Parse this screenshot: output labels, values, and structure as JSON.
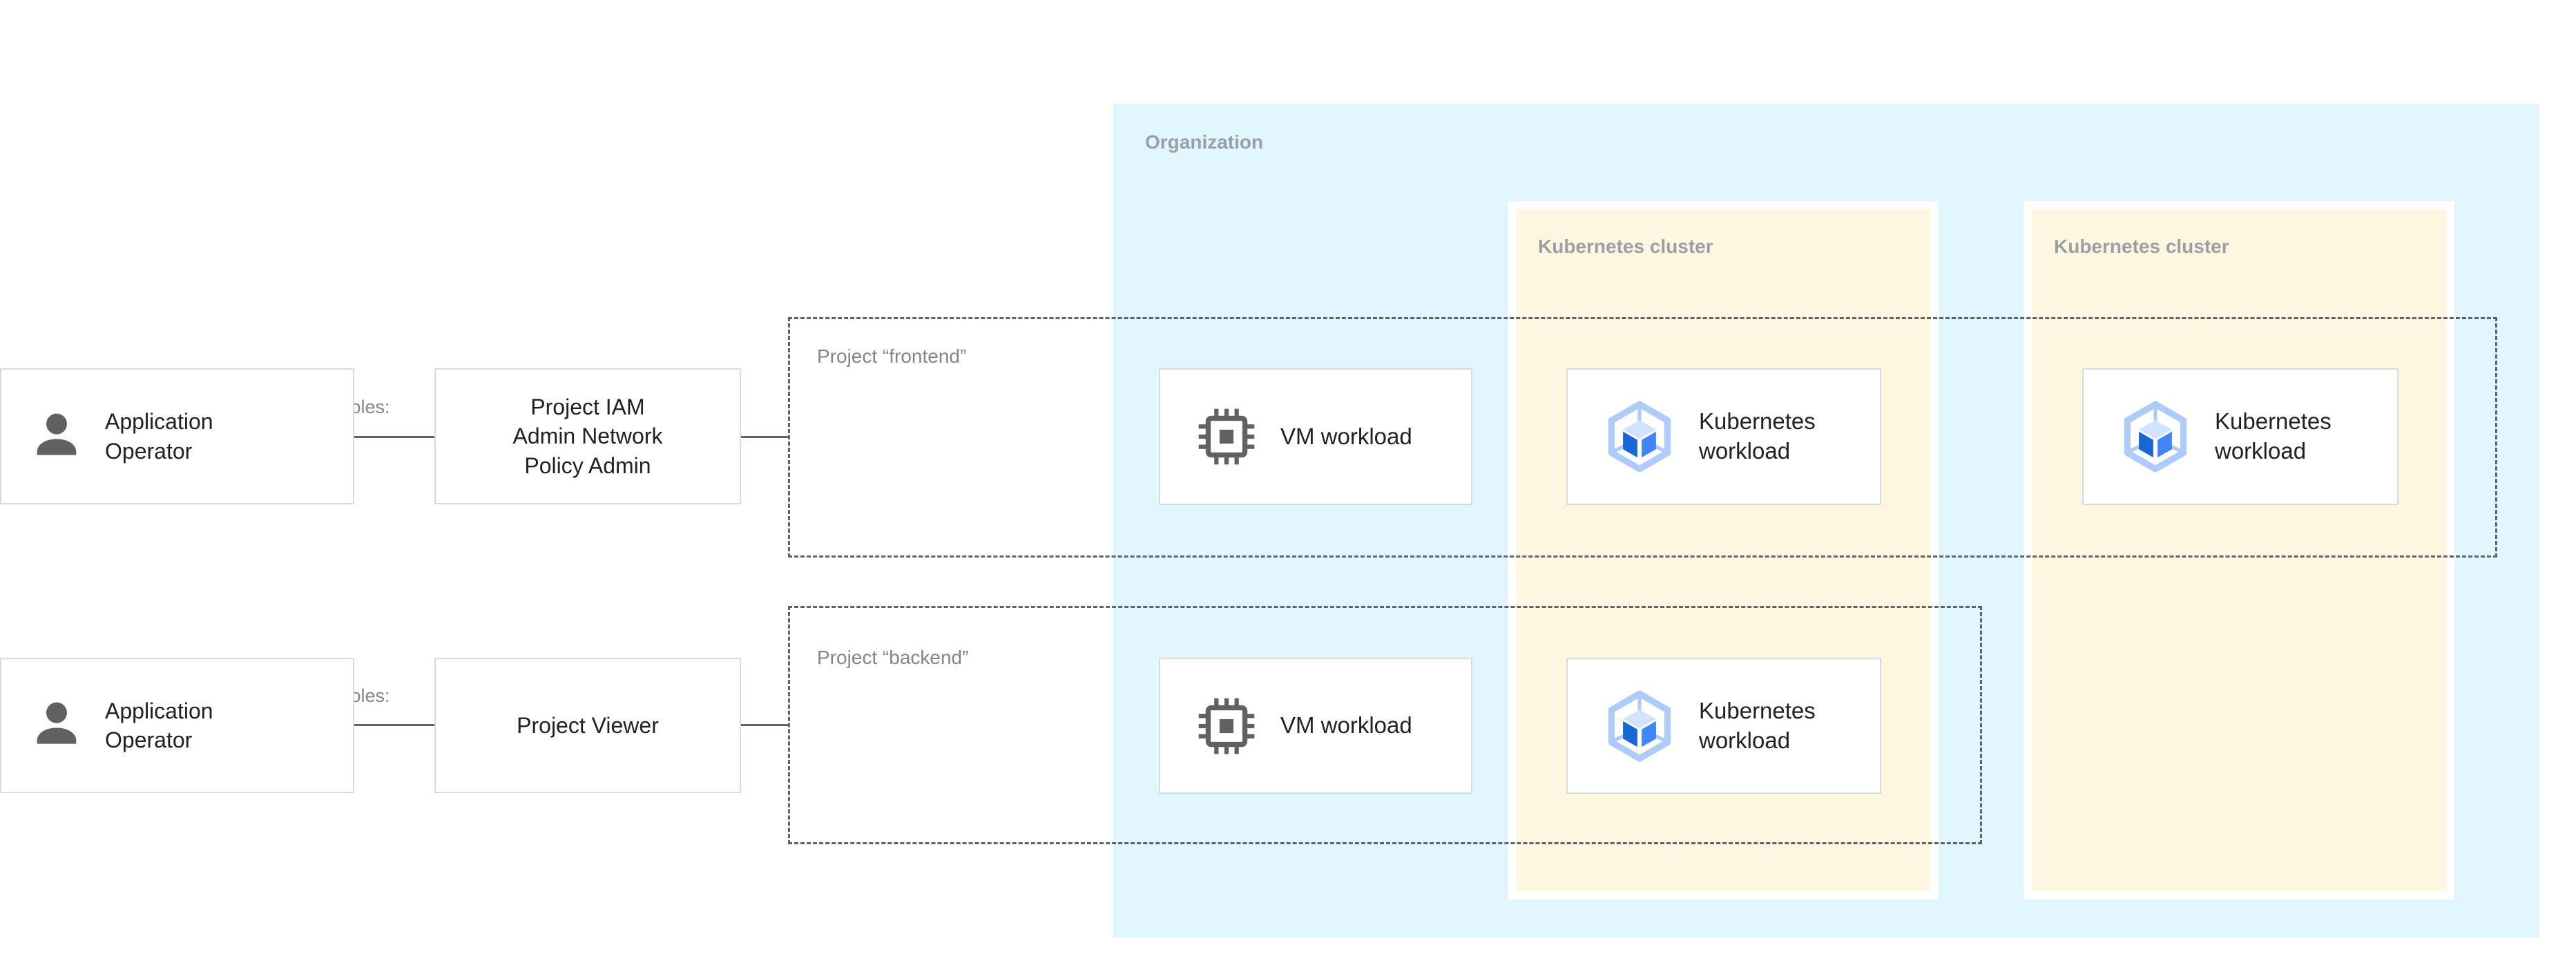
{
  "colors": {
    "organization_fill": "#E0F6FC",
    "cluster_fill": "#FEF7E0",
    "zone_label_gray": "#9AA0A6",
    "secondary_label_gray": "#80868B",
    "connector_and_dash_gray": "#5F6368",
    "box_border_gray": "#D8DADD",
    "icon_gray": "#616161",
    "text_black": "#202124",
    "gke_hexagon_blue": "#AECBFA",
    "gke_cube_top_blue": "#D2E3FC",
    "gke_cube_left_blue": "#1967D2",
    "gke_cube_right_blue": "#4285F4"
  },
  "organization": {
    "label": "Organization"
  },
  "clusters": [
    {
      "label": "Kubernetes cluster"
    },
    {
      "label": "Kubernetes cluster"
    }
  ],
  "projects": [
    {
      "label": "Project “frontend”"
    },
    {
      "label": "Project “backend”"
    }
  ],
  "rows": [
    {
      "actor_label": "Application Operator",
      "relation_label": "Has roles:",
      "role_lines": [
        "Project IAM",
        "Admin Network",
        "Policy Admin"
      ],
      "workloads": [
        {
          "kind": "vm",
          "label": "VM workload"
        },
        {
          "kind": "kubernetes",
          "label": "Kubernetes workload"
        },
        {
          "kind": "kubernetes",
          "label": "Kubernetes workload"
        }
      ]
    },
    {
      "actor_label": "Application Operator",
      "relation_label": "Has roles:",
      "role_lines": [
        "Project Viewer"
      ],
      "workloads": [
        {
          "kind": "vm",
          "label": "VM workload"
        },
        {
          "kind": "kubernetes",
          "label": "Kubernetes workload"
        }
      ]
    }
  ]
}
